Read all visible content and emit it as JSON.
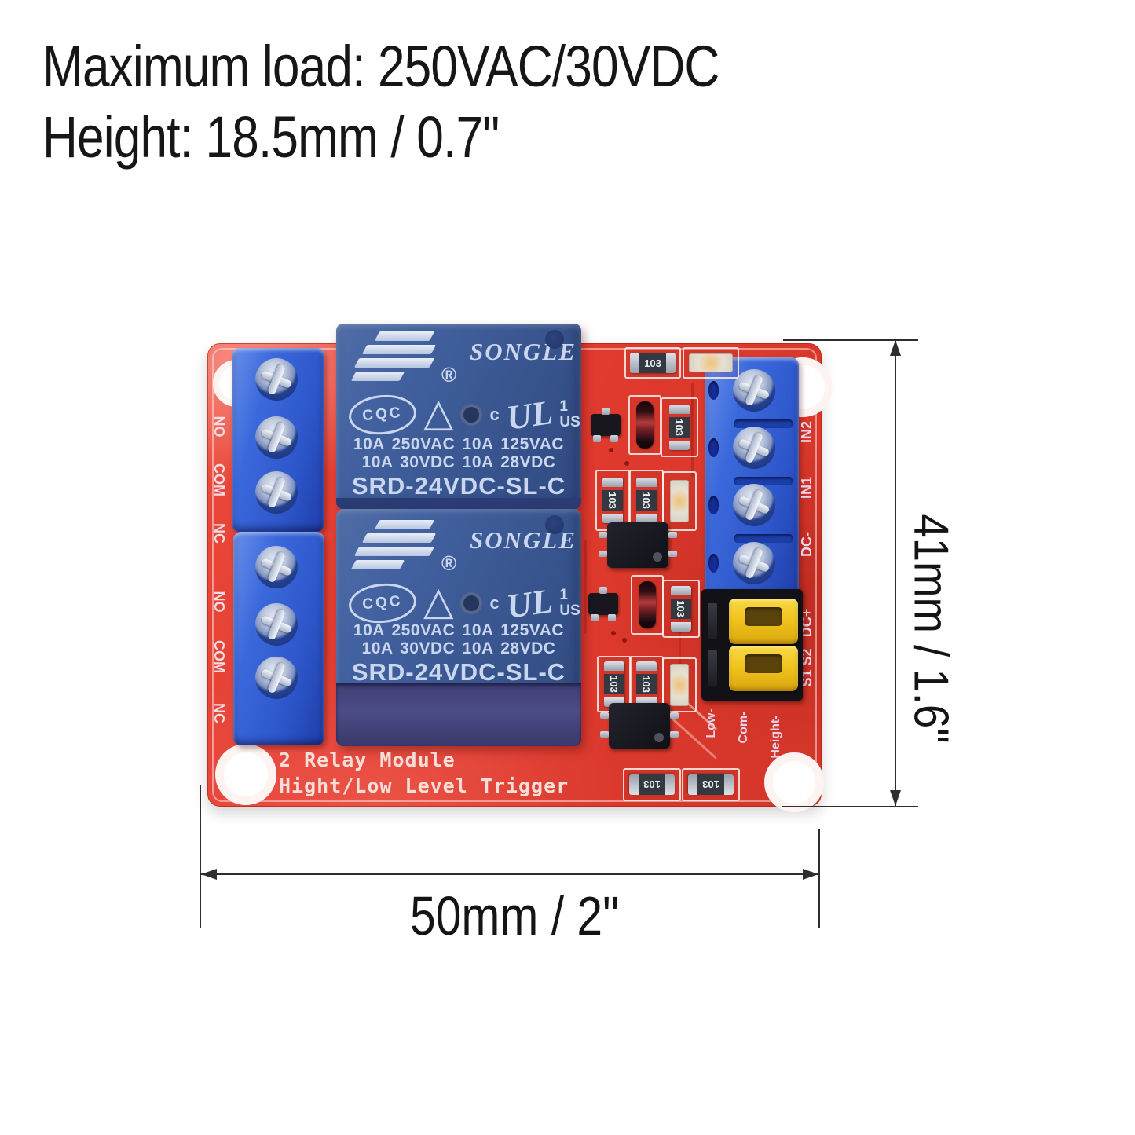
{
  "headline": {
    "line1": "Maximum load: 250VAC/30VDC",
    "line2": "Height: 18.5mm / 0.7\""
  },
  "dimensions": {
    "height_label": "41mm / 1.6\"",
    "width_label": "50mm / 2\""
  },
  "board": {
    "silkscreen": {
      "title": "2 Relay Module",
      "subtitle": "Hight/Low Level Trigger"
    },
    "left_terminal_labels": [
      "NO",
      "COM",
      "NC",
      "NO",
      "COM",
      "NC"
    ],
    "right_terminal_labels": [
      "IN2",
      "IN1",
      "DC-",
      "DC+",
      "S1 S2"
    ],
    "jumper_labels": [
      "Low-",
      "Com-",
      "Height-"
    ],
    "smd_resistor_label": "103",
    "colors": {
      "pcb_red": "#e23a2e",
      "relay_blue": "#3d579b",
      "relay_base_purple": "#45447c",
      "terminal_blue": "#3560d2",
      "jumper_yellow": "#f2c41d",
      "silkscreen_white": "#f6ded9",
      "annotation_black": "#2e2e2e"
    }
  },
  "relays": [
    {
      "logo_text": "SONGLE",
      "reg_mark": "®",
      "cert_cqc": "CQC",
      "cert_triangle": "△",
      "ul_c": "c",
      "ul_mark": "UL",
      "ul_1": "1",
      "ul_us": "US",
      "rating_line1": "10A 250VAC 10A 125VAC",
      "rating_line2": "10A 30VDC 10A 28VDC",
      "model": "SRD-24VDC-SL-C"
    },
    {
      "logo_text": "SONGLE",
      "reg_mark": "®",
      "cert_cqc": "CQC",
      "cert_triangle": "△",
      "ul_c": "c",
      "ul_mark": "UL",
      "ul_1": "1",
      "ul_us": "US",
      "rating_line1": "10A 250VAC 10A 125VAC",
      "rating_line2": "10A 30VDC 10A 28VDC",
      "model": "SRD-24VDC-SL-C"
    }
  ]
}
